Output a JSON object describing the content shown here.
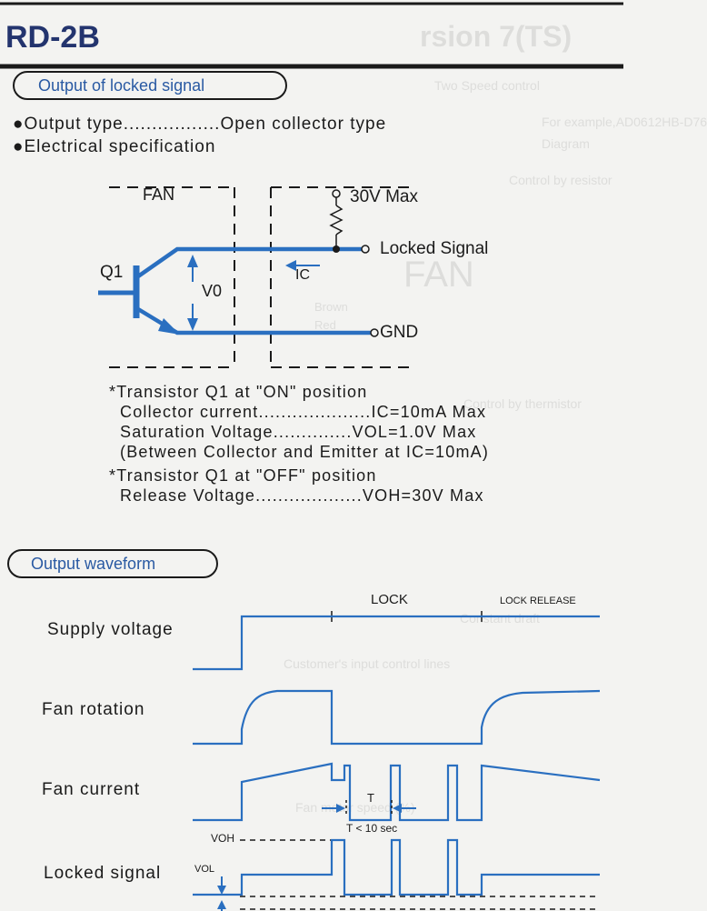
{
  "document": {
    "title": "RD-2B",
    "top_rule": true
  },
  "section_locked": {
    "heading": "Output of locked signal",
    "bullets": [
      "●Output type.................Open collector type",
      "●Electrical specification"
    ]
  },
  "circuit": {
    "fan_label": "FAN",
    "transistor_label": "Q1",
    "vo_label": "V0",
    "ic_label": "IC",
    "supply_label": "30V Max",
    "locked_signal_label": "Locked Signal",
    "gnd_label": "GND"
  },
  "notes": [
    "*Transistor  Q1 at \"ON\" position",
    "Collector  current....................IC=10mA Max",
    "Saturation  Voltage..............VOL=1.0V Max",
    "(Between  Collector  and  Emitter  at  IC=10mA)",
    "*Transistor Q1 at \"OFF\" position",
    "Release  Voltage...................VOH=30V Max"
  ],
  "section_waveform": {
    "heading": "Output  waveform",
    "lock_label": "LOCK",
    "lock_release_label": "LOCK RELEASE",
    "rows": [
      "Supply voltage",
      "Fan  rotation",
      "Fan  current",
      "Locked  signal"
    ],
    "t_label": "T",
    "t_condition": "T < 10 sec",
    "voh_label": "VOH",
    "vol_label": "VOL"
  },
  "background_bleed": {
    "heading": "rsion 7(TS)",
    "items": [
      "Two Speed control",
      "For example,AD0612HB-D76",
      "Diagram",
      "Control  by  resistor",
      "FAN",
      "Brown",
      "Red",
      "Control  by  thermistor",
      "Constant  draft",
      "Customer's  input  control  lines",
      "Fan  motor  speed (%)"
    ]
  },
  "colors": {
    "accent_blue": "#2a6fc0",
    "title_navy": "#23346e",
    "line_black": "#1a1a1a"
  }
}
